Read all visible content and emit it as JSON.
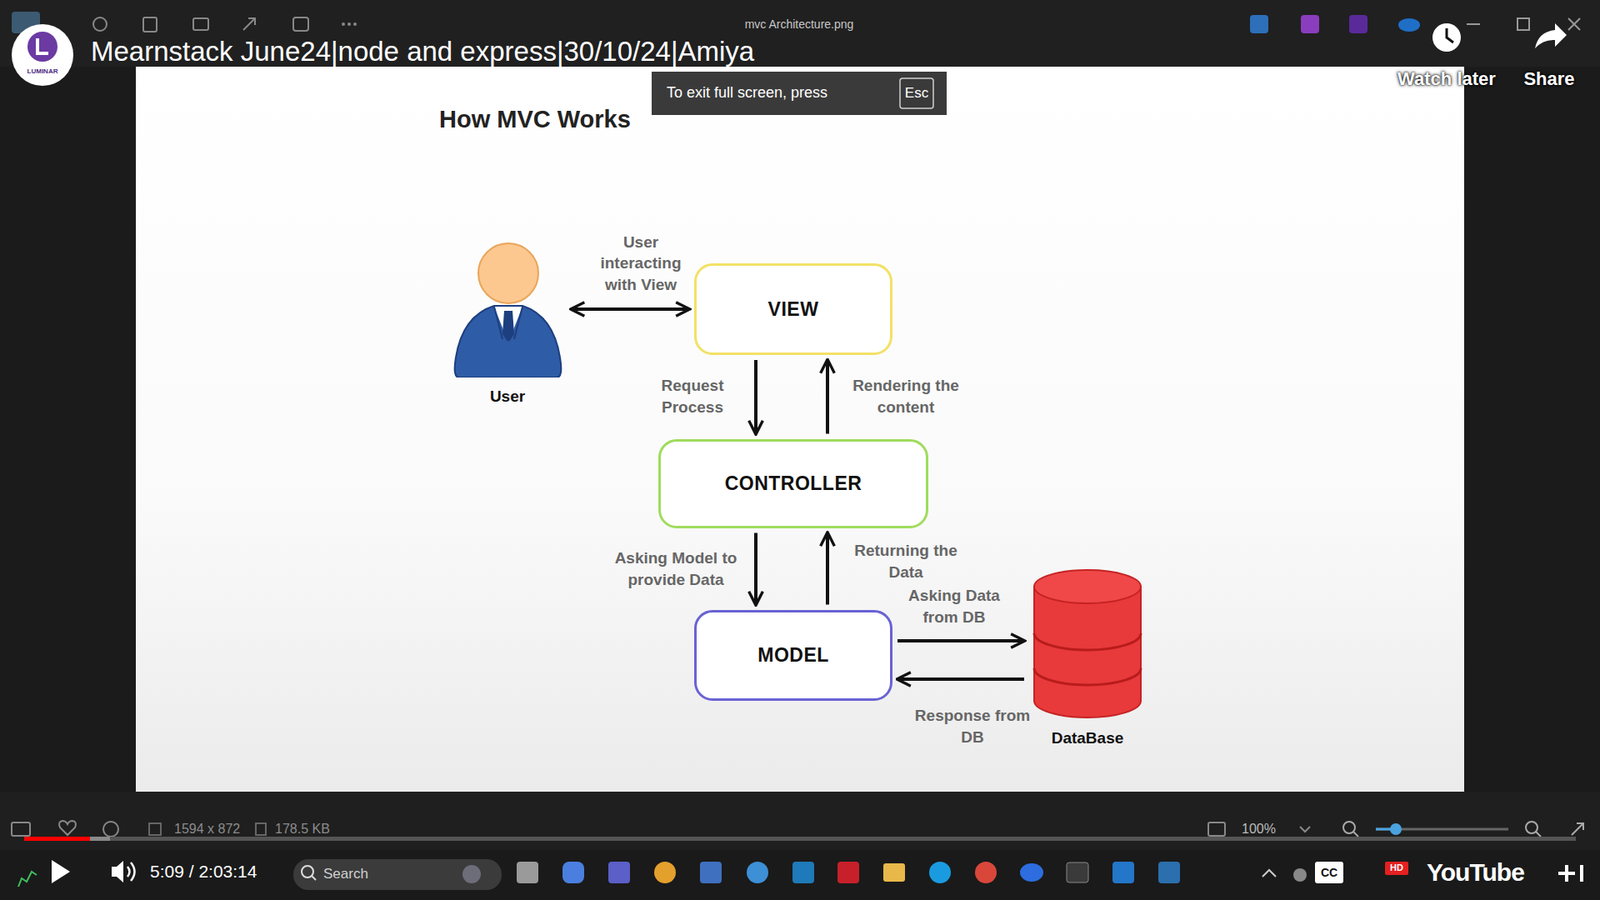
{
  "diagram": {
    "title": "How MVC Works",
    "nodes": [
      {
        "text": [
          "User"
        ]
      },
      {
        "text": [
          "VIEW"
        ]
      },
      {
        "text": [
          "CONTROLLER"
        ]
      },
      {
        "text": [
          "MODEL"
        ]
      },
      {
        "text": [
          "DataBase"
        ]
      }
    ],
    "edges": [
      {
        "from": 0,
        "to": 1,
        "label": "User interacting with View",
        "arrow": "both"
      },
      {
        "from": 1,
        "to": 2,
        "label": "Request Process",
        "arrow": "to"
      },
      {
        "from": 2,
        "to": 1,
        "label": "Rendering the content",
        "arrow": "to"
      },
      {
        "from": 2,
        "to": 3,
        "label": "Asking Model to provide Data",
        "arrow": "to"
      },
      {
        "from": 3,
        "to": 2,
        "label": "Returning the Data",
        "arrow": "to"
      },
      {
        "from": 3,
        "to": 4,
        "label": "Asking Data from DB",
        "arrow": "to"
      },
      {
        "from": 4,
        "to": 3,
        "label": "Response from DB",
        "arrow": "to"
      }
    ],
    "labels": [
      "Mearnstack June24|node and express|30/10/24|Amiya",
      "mvc Architecture.png",
      "To exit full screen, press",
      "Esc",
      "Watch later",
      "Share",
      "LUMINAR",
      "1594 x 872",
      "178.5 KB",
      "100%",
      "5:09 / 2:03:14",
      "Search",
      "YouTube",
      "CC",
      "HD"
    ]
  }
}
